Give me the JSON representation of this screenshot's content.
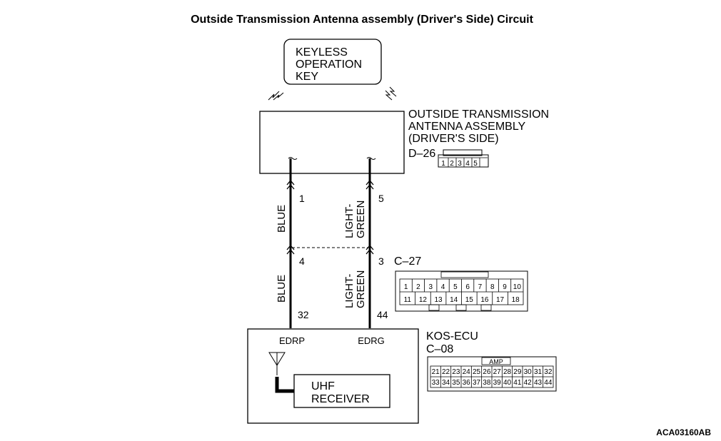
{
  "title": "Outside Transmission Antenna assembly (Driver's Side) Circuit",
  "keyless_key": {
    "lines": [
      "KEYLESS",
      "OPERATION",
      "KEY"
    ]
  },
  "antenna_assembly": {
    "lines": [
      "OUTSIDE TRANSMISSION",
      "ANTENNA ASSEMBLY",
      "(DRIVER'S SIDE)"
    ],
    "connector": "D–26",
    "pins": [
      "1",
      "2",
      "3",
      "4",
      "5"
    ]
  },
  "wires": {
    "left_upper_color": "BLUE",
    "left_lower_color": "BLUE",
    "right_upper_color": [
      "LIGHT-",
      "GREEN"
    ],
    "right_lower_color": [
      "LIGHT-",
      "GREEN"
    ],
    "left_pin_top": "1",
    "left_pin_mid": "4",
    "left_pin_bottom": "32",
    "right_pin_top": "5",
    "right_pin_mid": "3",
    "right_pin_bottom": "44"
  },
  "connector_c27": {
    "name": "C–27",
    "row1": [
      "1",
      "2",
      "3",
      "4",
      "5",
      "6",
      "7",
      "8",
      "9",
      "10"
    ],
    "row2": [
      "11",
      "12",
      "13",
      "14",
      "15",
      "16",
      "17",
      "18"
    ]
  },
  "ecu": {
    "name": "KOS-ECU",
    "connector": "C–08",
    "terminal_left": "EDRP",
    "terminal_right": "EDRG",
    "receiver_lines": [
      "UHF",
      "RECEIVER"
    ],
    "amp_label": "AMP",
    "row1": [
      "21",
      "22",
      "23",
      "24",
      "25",
      "26",
      "27",
      "28",
      "29",
      "30",
      "31",
      "32"
    ],
    "row2": [
      "33",
      "34",
      "35",
      "36",
      "37",
      "38",
      "39",
      "40",
      "41",
      "42",
      "43",
      "44"
    ]
  },
  "reference_code": "ACA03160AB"
}
